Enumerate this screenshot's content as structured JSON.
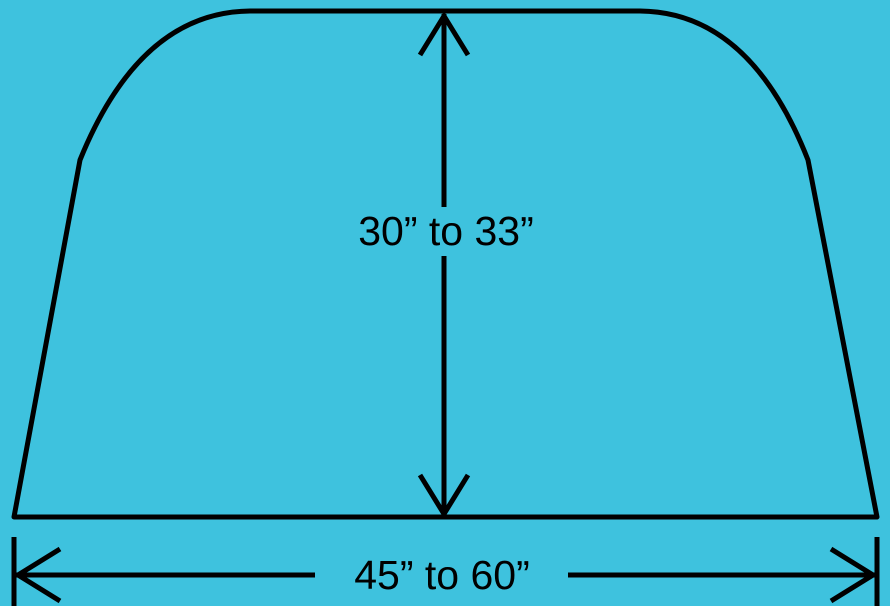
{
  "diagram": {
    "background_color": "#3ec2de",
    "stroke_color": "#000000",
    "shape": "rounded-trapezoid-outline",
    "height_label": "30” to 33”",
    "width_label": "45” to 60”"
  }
}
